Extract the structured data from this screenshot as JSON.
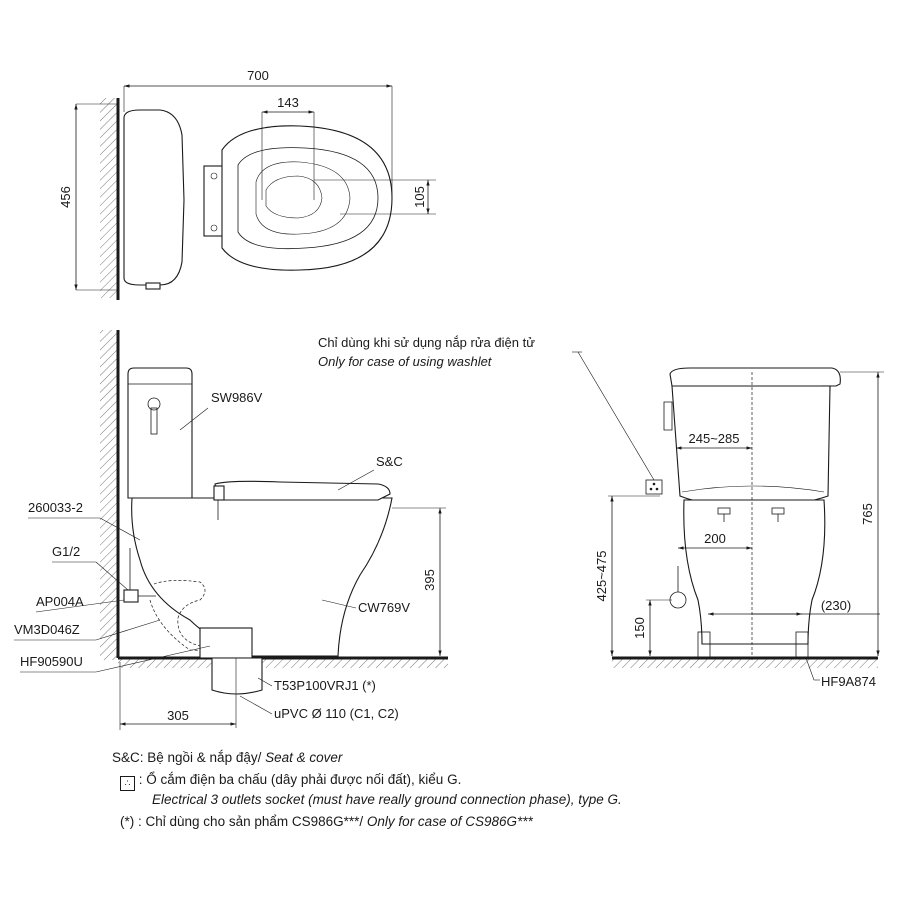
{
  "top_view": {
    "dim_width": "700",
    "dim_depth": "456",
    "dim_offset": "143",
    "dim_small": "105"
  },
  "side_view": {
    "label_tank": "SW986V",
    "label_seat": "S&C",
    "label_bowl": "CW769V",
    "label_gasket": "260033-2",
    "label_thread": "G1/2",
    "label_valve": "AP004A",
    "label_hose": "VM3D046Z",
    "label_flange": "HF90590U",
    "label_adapter": "T53P100VRJ1 (*)",
    "label_pipe": "uPVC Ø 110 (C1, C2)",
    "dim_height": "395",
    "dim_rough": "305"
  },
  "front_view": {
    "washlet_note_vi": "Chỉ dùng khi sử dụng nắp rửa điện tử",
    "washlet_note_en": "Only for case of using washlet",
    "dim_inlet_spread": "245~285",
    "dim_inlet_width": "200",
    "dim_socket_height": "425~475",
    "dim_valve_height": "150",
    "dim_bolt_spread": "(230)",
    "dim_total_height": "765",
    "label_bolts": "HF9A874"
  },
  "legend": {
    "sc_line": "S&C: Bệ ngồi & nắp đậy/",
    "sc_line_en": "Seat & cover",
    "socket_symbol": "∴",
    "socket_line_vi": ": Ổ cắm điện ba chấu (dây phải được nối đất), kiểu G.",
    "socket_line_en": "Electrical 3 outlets socket (must have really ground connection phase), type G.",
    "asterisk_marker": "(*)",
    "asterisk_line_vi": ": Chỉ dùng cho sản phẩm CS986G***/",
    "asterisk_line_en": "Only for case of CS986G***"
  }
}
